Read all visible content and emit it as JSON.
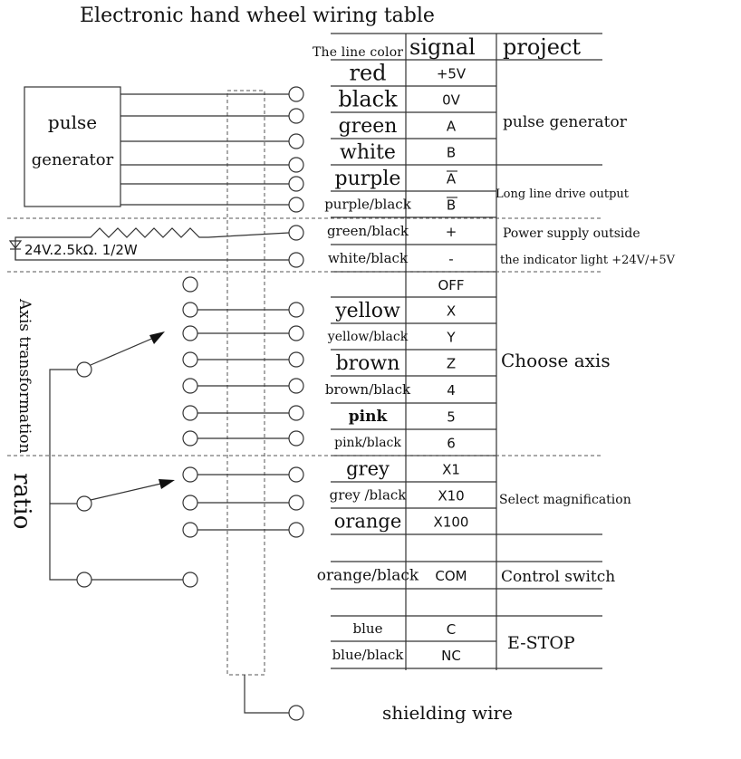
{
  "title": "Electronic hand wheel wiring table",
  "headers": {
    "color": "The line color",
    "signal": "signal",
    "project": "project"
  },
  "rows": [
    {
      "color": "red",
      "signal": "+5V"
    },
    {
      "color": "black",
      "signal": "0V"
    },
    {
      "color": "green",
      "signal": "A"
    },
    {
      "color": "white",
      "signal": "B"
    },
    {
      "color": "purple",
      "signal": "A"
    },
    {
      "color": "purple/black",
      "signal": "B"
    },
    {
      "color": "green/black",
      "signal": "+"
    },
    {
      "color": "white/black",
      "signal": "-"
    },
    {
      "color": "",
      "signal": "OFF"
    },
    {
      "color": "yellow",
      "signal": "X"
    },
    {
      "color": "yellow/black",
      "signal": "Y"
    },
    {
      "color": "brown",
      "signal": "Z"
    },
    {
      "color": "brown/black",
      "signal": "4"
    },
    {
      "color": "pink",
      "signal": "5"
    },
    {
      "color": "pink/black",
      "signal": "6"
    },
    {
      "color": "grey",
      "signal": "X1"
    },
    {
      "color": "grey /black",
      "signal": "X10"
    },
    {
      "color": "orange",
      "signal": "X100"
    },
    {
      "color": "orange/black",
      "signal": "COM"
    },
    {
      "color": "blue",
      "signal": "C"
    },
    {
      "color": "blue/black",
      "signal": "NC"
    }
  ],
  "projects": {
    "pulse": "pulse generator",
    "long_line": "Long line drive output",
    "power1": "Power supply outside",
    "power2": "the indicator light +24V/+5V",
    "axis": "Choose axis",
    "magnification": "Select magnification",
    "control": "Control switch",
    "estop": "E-STOP"
  },
  "labels": {
    "pulse_box_1": "pulse",
    "pulse_box_2": "generator",
    "resistor": "24V.2.5kΩ. 1/2W",
    "axis_transformation": "Axis transformation",
    "ratio": "ratio",
    "shielding": "shielding wire"
  }
}
